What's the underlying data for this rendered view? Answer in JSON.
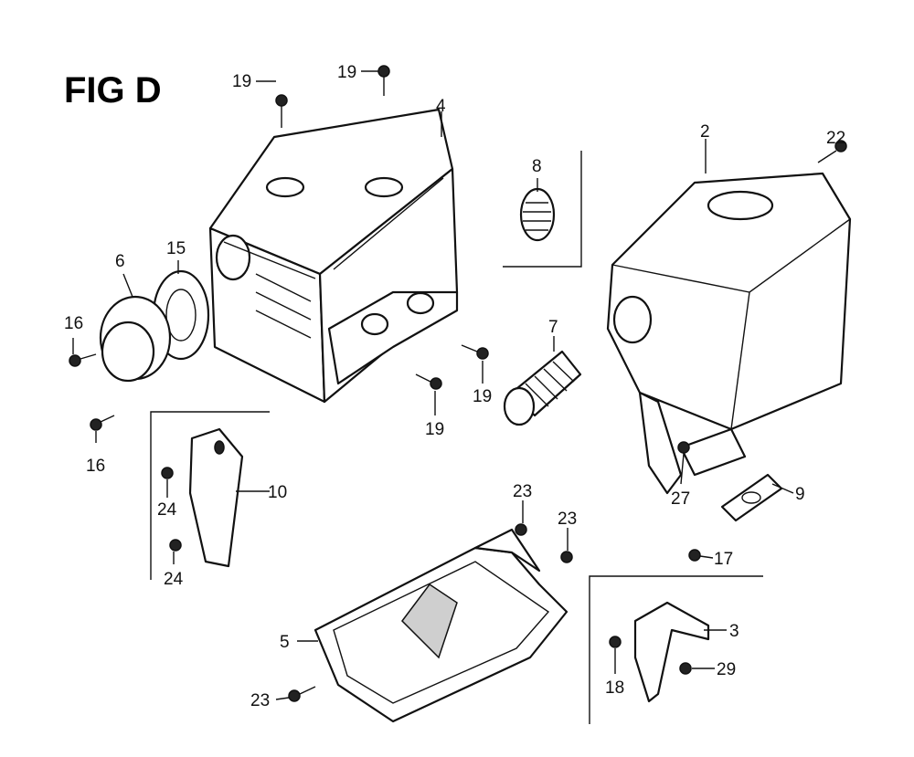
{
  "figure": {
    "title": "FIG D",
    "callouts": [
      {
        "id": "c19a",
        "text": "19"
      },
      {
        "id": "c19b",
        "text": "19"
      },
      {
        "id": "c4",
        "text": "4"
      },
      {
        "id": "c8",
        "text": "8"
      },
      {
        "id": "c2",
        "text": "2"
      },
      {
        "id": "c22",
        "text": "22"
      },
      {
        "id": "c15",
        "text": "15"
      },
      {
        "id": "c6",
        "text": "6"
      },
      {
        "id": "c16a",
        "text": "16"
      },
      {
        "id": "c16b",
        "text": "16"
      },
      {
        "id": "c7",
        "text": "7"
      },
      {
        "id": "c19c",
        "text": "19"
      },
      {
        "id": "c19d",
        "text": "19"
      },
      {
        "id": "c10",
        "text": "10"
      },
      {
        "id": "c24a",
        "text": "24"
      },
      {
        "id": "c24b",
        "text": "24"
      },
      {
        "id": "c27",
        "text": "27"
      },
      {
        "id": "c9",
        "text": "9"
      },
      {
        "id": "c17",
        "text": "17"
      },
      {
        "id": "c23a",
        "text": "23"
      },
      {
        "id": "c23b",
        "text": "23"
      },
      {
        "id": "c5",
        "text": "5"
      },
      {
        "id": "c23c",
        "text": "23"
      },
      {
        "id": "c3",
        "text": "3"
      },
      {
        "id": "c29",
        "text": "29"
      },
      {
        "id": "c18",
        "text": "18"
      }
    ]
  }
}
